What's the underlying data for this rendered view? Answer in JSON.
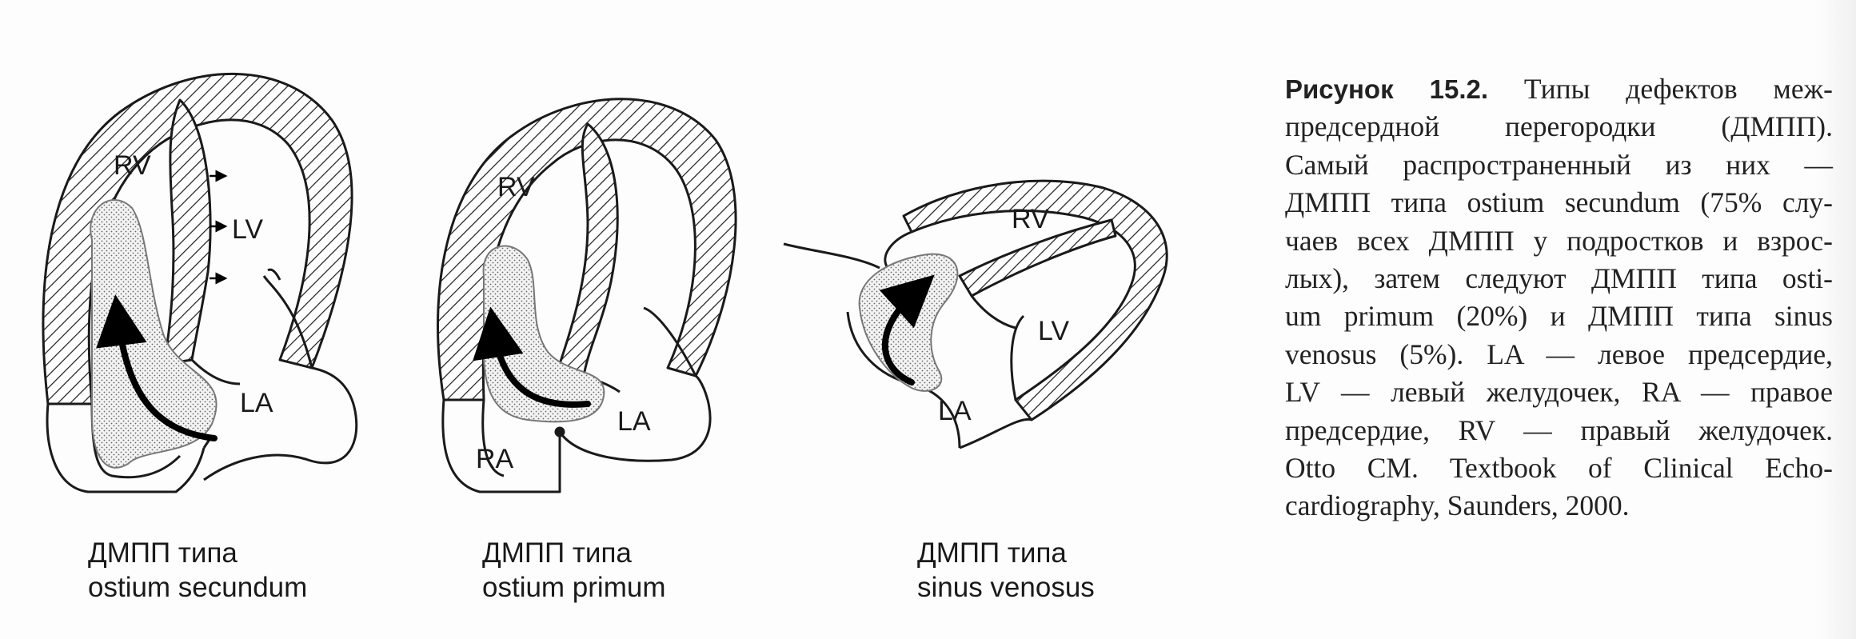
{
  "figure": {
    "panels": [
      {
        "id": "secundum",
        "chambers": {
          "rv": "RV",
          "lv": "LV",
          "la": "LA"
        },
        "caption": {
          "line1": "ДМПП типа",
          "line2": "ostium secundum"
        }
      },
      {
        "id": "primum",
        "chambers": {
          "rv": "RV",
          "ra": "RA",
          "la": "LA"
        },
        "caption": {
          "line1": "ДМПП типа",
          "line2": "ostium primum"
        }
      },
      {
        "id": "sinus",
        "chambers": {
          "rv": "RV",
          "lv": "LV",
          "la": "LA"
        },
        "caption": {
          "line1": "ДМПП типа",
          "line2": "sinus venosus"
        }
      }
    ],
    "caption": {
      "lead": "Рисунок 15.2.",
      "lines": [
        "Типы дефектов меж-",
        "предсердной перегородки (ДМПП).",
        "Самый распространенный из них —",
        "ДМПП типа ostium secundum (75% слу-",
        "чаев всех ДМПП у подростков и взрос-",
        "лых), затем следуют ДМПП типа osti-",
        "um primum (20%) и ДМПП типа sinus",
        "venosus (5%). LA — левое предсердие,",
        "LV — левый желудочек, RA — правое",
        "предсердие, RV — правый желудочек.",
        "Otto CM. Textbook of Clinical Echo-",
        "cardiography, Saunders, 2000."
      ]
    }
  }
}
